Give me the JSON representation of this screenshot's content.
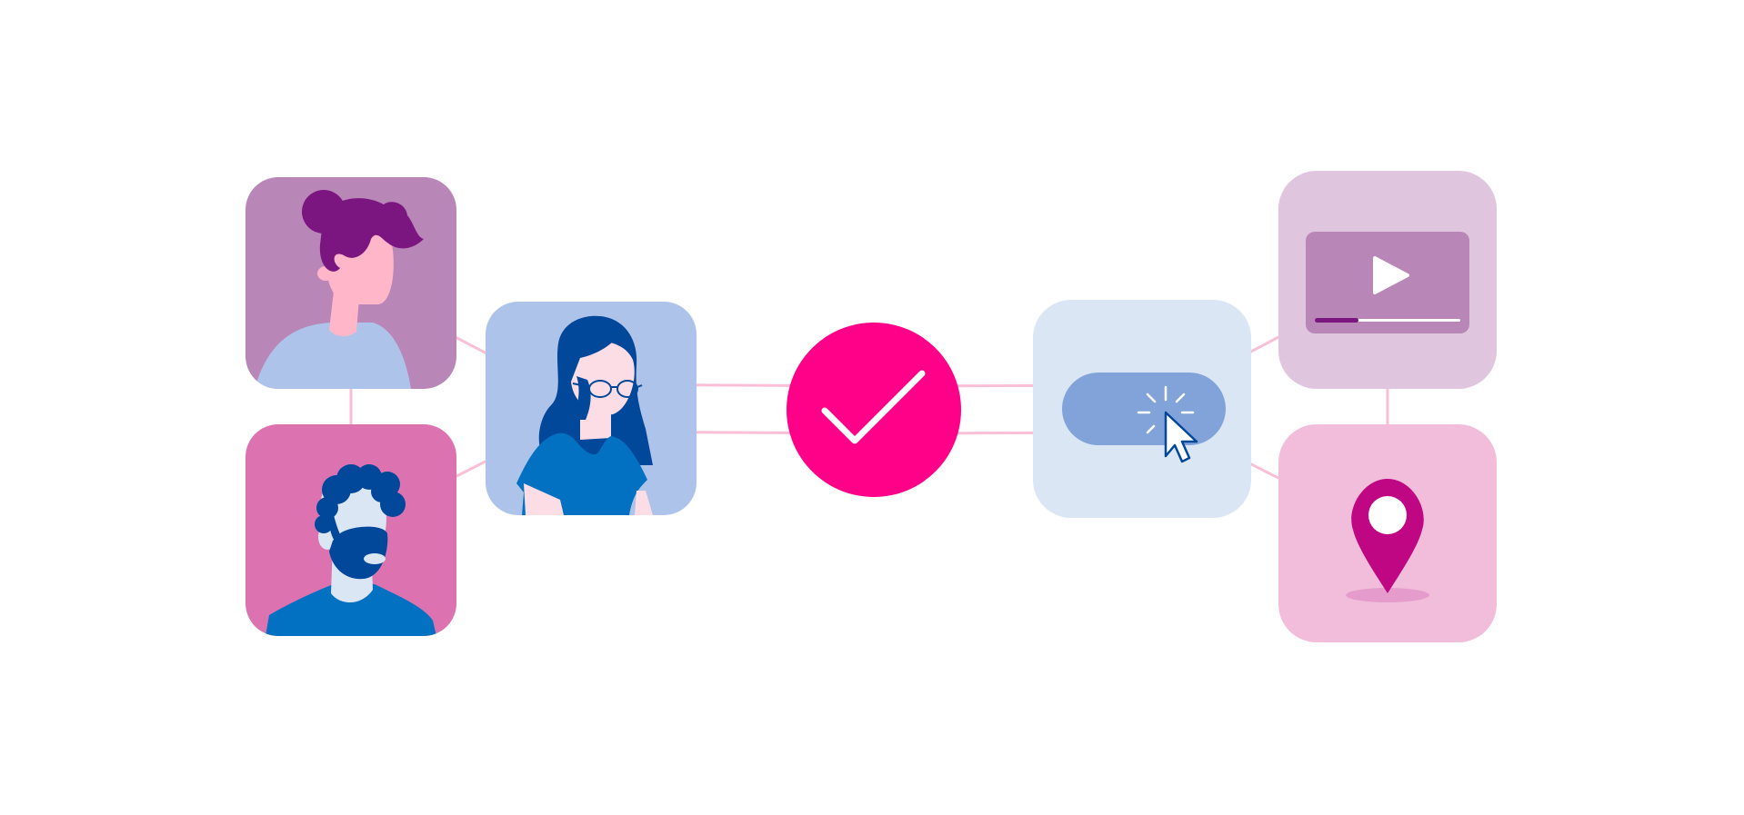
{
  "colors": {
    "background": "#ffffff",
    "connector": "#f8bfd6",
    "center_circle": "#ff0088",
    "checkmark": "#ffffff",
    "tile_woman_bun": "#b886b7",
    "tile_man_beard": "#dc73b0",
    "tile_woman_glasses": "#aec3e9",
    "tile_toggle": "#dbe6f5",
    "tile_video": "#dfc5de",
    "tile_location": "#f2bdda",
    "hair_purple": "#7b1681",
    "hair_navy": "#01479a",
    "skin_pink": "#ffb6c9",
    "skin_light": "#fcdde5",
    "skin_blue_light": "#dbe6f5",
    "shirt_light_blue": "#aec3e9",
    "shirt_blue": "#0271c1",
    "toggle_track": "#82a3d9",
    "video_panel": "#b886b7",
    "progress_played": "#7b1681",
    "pin_magenta": "#bf0784",
    "pin_shadow": "#e59ccc"
  },
  "diagram": {
    "nodes": [
      {
        "id": "woman-bun",
        "icon": "woman-with-bun-avatar-icon"
      },
      {
        "id": "man-beard",
        "icon": "man-with-beard-avatar-icon"
      },
      {
        "id": "woman-glasses",
        "icon": "woman-with-glasses-avatar-icon"
      },
      {
        "id": "approved",
        "icon": "checkmark-icon"
      },
      {
        "id": "toggle-click",
        "icon": "cursor-click-toggle-icon"
      },
      {
        "id": "video",
        "icon": "video-play-icon"
      },
      {
        "id": "location",
        "icon": "location-pin-icon"
      }
    ],
    "edges": [
      {
        "from": "woman-bun",
        "to": "man-beard"
      },
      {
        "from": "woman-bun",
        "to": "woman-glasses"
      },
      {
        "from": "man-beard",
        "to": "woman-glasses"
      },
      {
        "from": "woman-glasses",
        "to": "approved"
      },
      {
        "from": "approved",
        "to": "toggle-click"
      },
      {
        "from": "toggle-click",
        "to": "video"
      },
      {
        "from": "toggle-click",
        "to": "location"
      },
      {
        "from": "video",
        "to": "location"
      }
    ],
    "video_progress": 0.3
  }
}
